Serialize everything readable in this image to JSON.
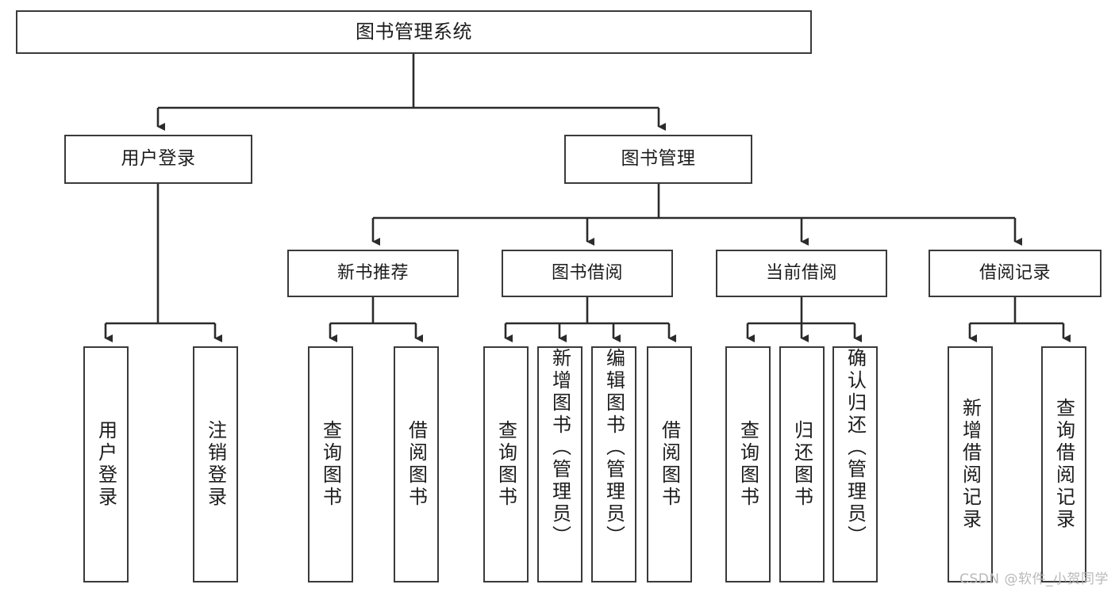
{
  "diagram": {
    "title": "图书管理系统",
    "type": "tree",
    "watermark": "CSDN @软件_小贺同学",
    "colors": {
      "box_border": "#3a3a3a",
      "box_fill": "#ffffff",
      "edge": "#2b2b2b",
      "text": "#1c1c1c",
      "watermark": "#b9b9b9",
      "background": "#ffffff"
    },
    "root": {
      "label": "图书管理系统"
    },
    "level2": [
      {
        "label": "用户登录"
      },
      {
        "label": "图书管理"
      }
    ],
    "level3": [
      {
        "label": "新书推荐"
      },
      {
        "label": "图书借阅"
      },
      {
        "label": "当前借阅"
      },
      {
        "label": "借阅记录"
      }
    ],
    "leaves": {
      "user_login": [
        {
          "label": "用户登录"
        },
        {
          "label": "注销登录"
        }
      ],
      "new_book_rec": [
        {
          "label": "查询图书"
        },
        {
          "label": "借阅图书"
        }
      ],
      "book_borrow": [
        {
          "label": "查询图书"
        },
        {
          "label": "新增图书（管理员）"
        },
        {
          "label": "编辑图书（管理员）"
        },
        {
          "label": "借阅图书"
        }
      ],
      "current_borrow": [
        {
          "label": "查询图书"
        },
        {
          "label": "归还图书"
        },
        {
          "label": "确认归还（管理员）"
        }
      ],
      "borrow_record": [
        {
          "label": "新增借阅记录"
        },
        {
          "label": "查询借阅记录"
        }
      ]
    }
  }
}
